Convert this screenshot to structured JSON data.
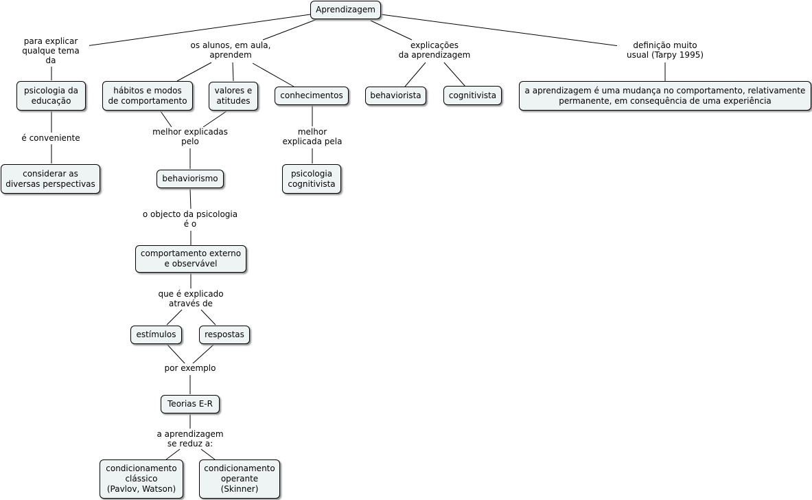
{
  "concepts": {
    "aprendizagem": "Aprendizagem",
    "psicologia_educacao": "psicologia da\neducação",
    "considerar": "considerar  as\ndiversas perspectivas",
    "habitos": "hábitos e modos\nde comportamento",
    "valores": "valores e\natitudes",
    "conhecimentos": "conhecimentos",
    "behaviorista": "behaviorista",
    "cognitivista": "cognitivista",
    "definicao_texto": "a aprendizagem é uma mudança no comportamento, relativamente\npermanente, em consequência de uma experiência",
    "behaviorismo": "behaviorismo",
    "psicologia_cognitivista": "psicologia\ncognitivista",
    "comportamento_externo": "comportamento externo\ne observável",
    "estimulos": "estímulos",
    "respostas": "respostas",
    "teorias_er": "Teorias E-R",
    "condicionamento_classico": "condicionamento\nclássico\n(Pavlov, Watson)",
    "condicionamento_operante": "condicionamento\noperante\n(Skinner)"
  },
  "links": {
    "para_explicar": "para explicar\nqualque tema\nda",
    "os_alunos": "os alunos, em aula,\naprendem",
    "explicacoes": "explicações\nda aprendizagem",
    "definicao": "definição muito\nusual (Tarpy 1995)",
    "e_conveniente": "é conveniente",
    "melhor_explicadas": "melhor explicadas\npelo",
    "melhor_explicada_pela": "melhor\nexplicada pela",
    "objecto": "o objecto da psicologia\né o",
    "que_e_explicado": "que é explicado\natravés de",
    "por_exemplo": "por exemplo",
    "se_reduz": "a aprendizagem\nse reduz a:"
  }
}
